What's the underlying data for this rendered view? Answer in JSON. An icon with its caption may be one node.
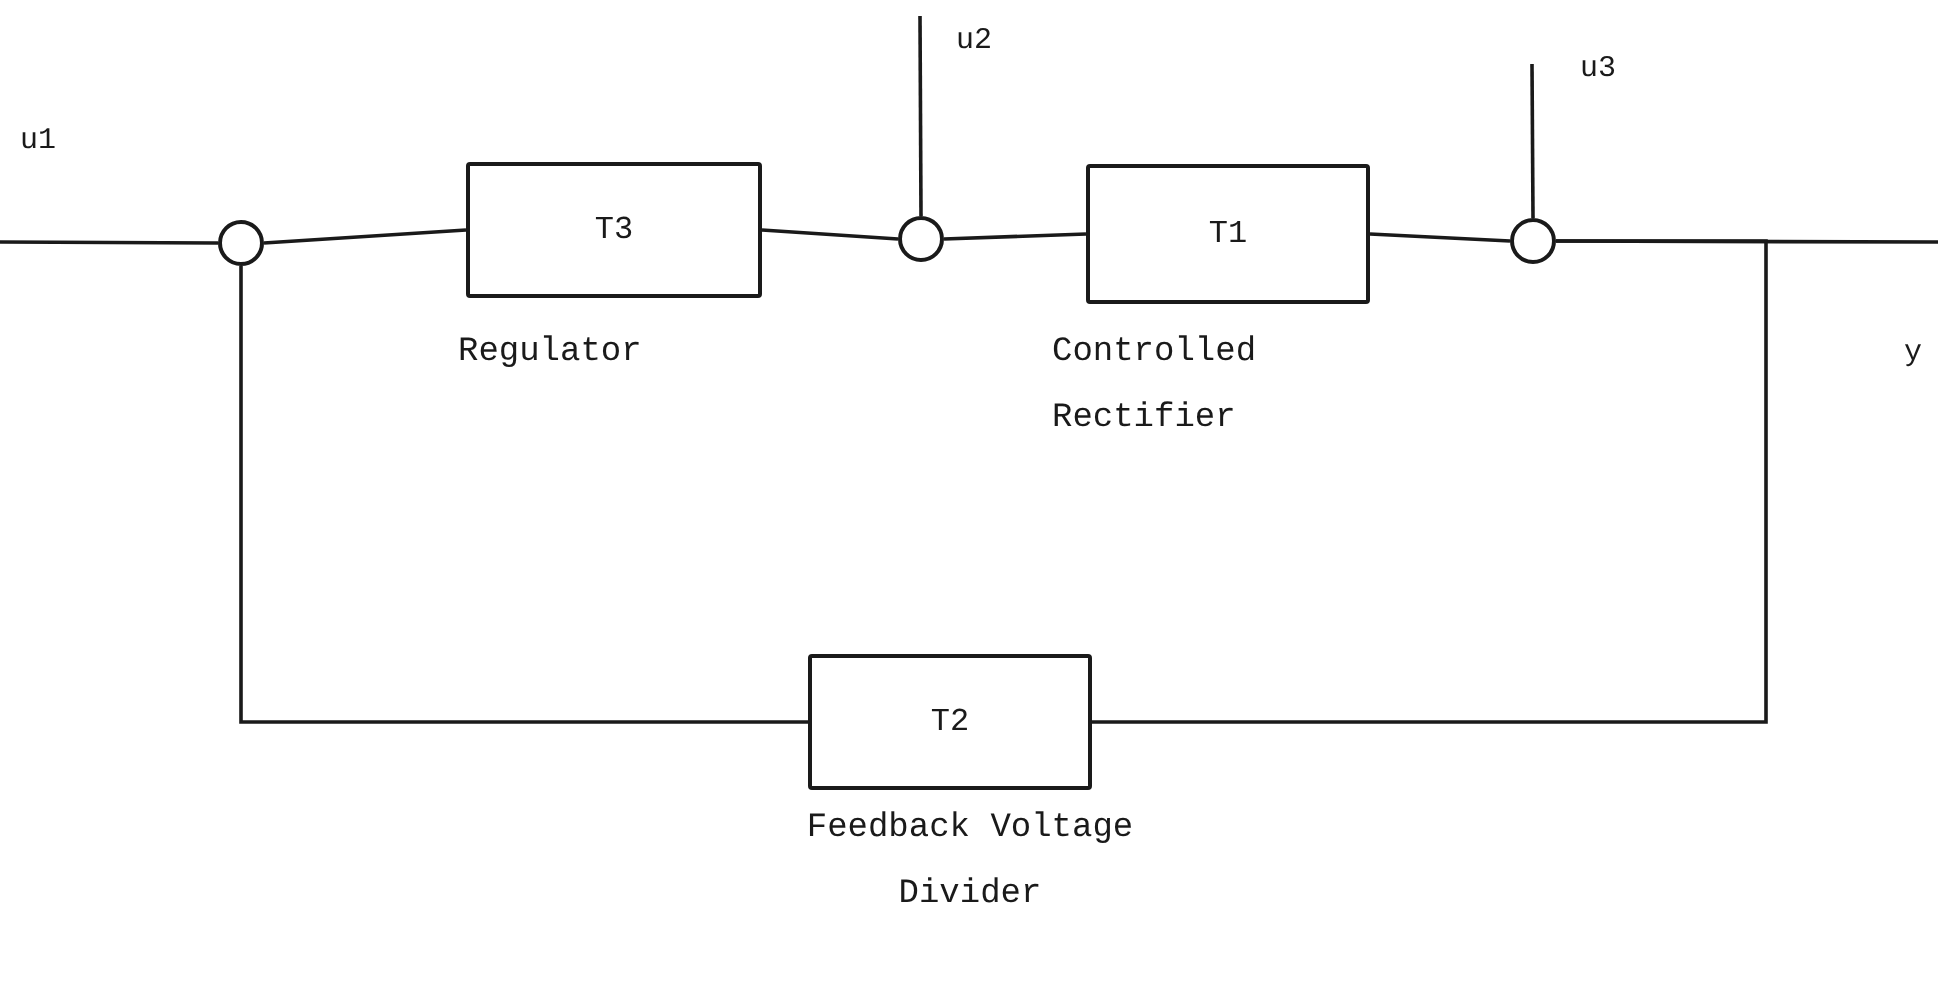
{
  "diagram": {
    "nodes": [
      {
        "text": [],
        "shape": "circle"
      },
      {
        "text": [
          "T3"
        ],
        "beside": [
          "Regulator"
        ]
      },
      {
        "text": [],
        "shape": "circle"
      },
      {
        "text": [
          "T1"
        ],
        "beside": [
          "Controlled Rectifier"
        ]
      },
      {
        "text": [],
        "shape": "circle"
      },
      {
        "text": [
          "T2"
        ],
        "beside": [
          "Feedback Voltage Divider"
        ]
      }
    ],
    "edges": [
      {
        "from": null,
        "to": 0,
        "arrow": "none",
        "label": "u1"
      },
      {
        "from": 0,
        "to": 1,
        "arrow": "none"
      },
      {
        "from": 1,
        "to": 2,
        "arrow": "none"
      },
      {
        "from": null,
        "to": 2,
        "arrow": "none",
        "label": "u2"
      },
      {
        "from": 2,
        "to": 3,
        "arrow": "none"
      },
      {
        "from": 3,
        "to": 4,
        "arrow": "none"
      },
      {
        "from": null,
        "to": 4,
        "arrow": "none",
        "label": "u3"
      },
      {
        "from": 4,
        "to": null,
        "arrow": "none",
        "label": "y"
      },
      {
        "from": 4,
        "to": 5,
        "arrow": "none"
      },
      {
        "from": 5,
        "to": 0,
        "arrow": "none"
      }
    ]
  }
}
